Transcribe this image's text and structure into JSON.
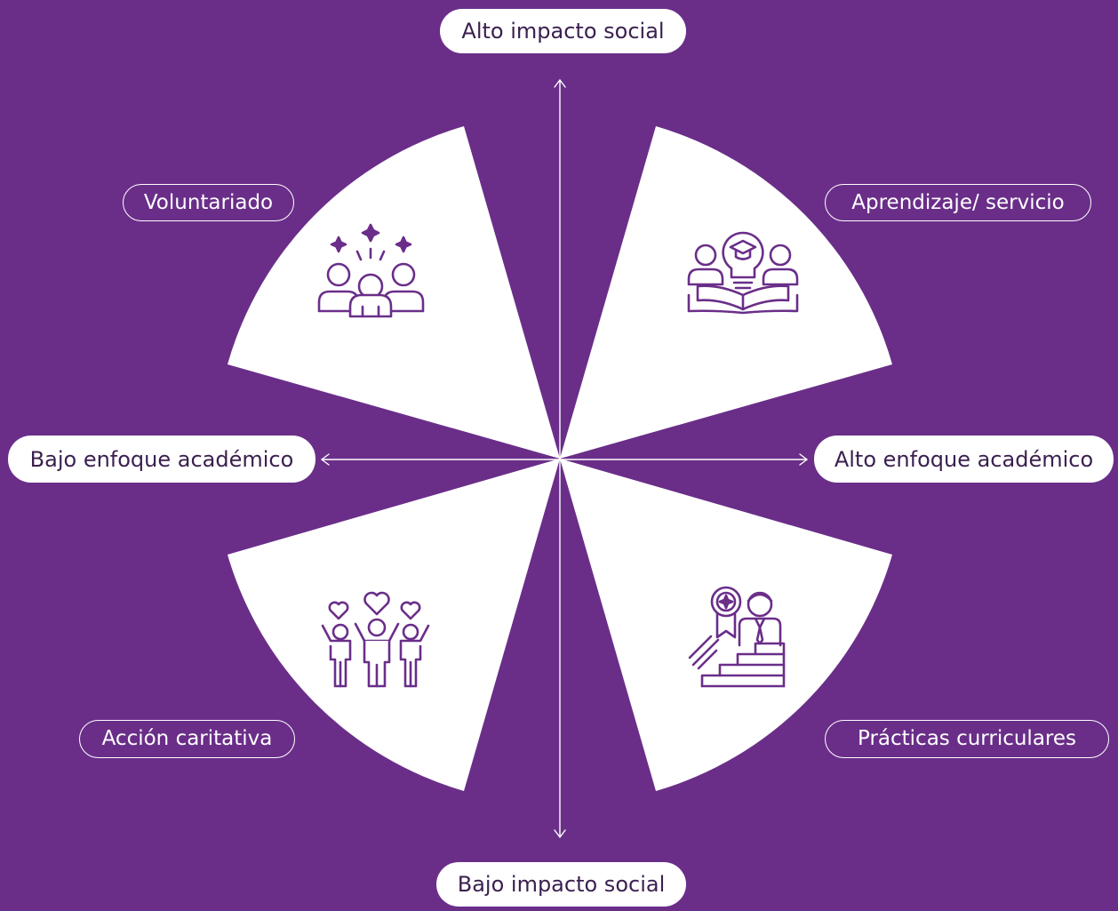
{
  "colors": {
    "background": "#6a2e89",
    "wedge": "#ffffff",
    "icon_stroke": "#6a2e89",
    "axis": "#ffffff"
  },
  "axes": {
    "top": "Alto impacto social",
    "bottom": "Bajo impacto social",
    "left": "Bajo enfoque académico",
    "right": "Alto enfoque académico"
  },
  "quadrants": [
    {
      "position": "top-left",
      "label": "Voluntariado",
      "icon": "volunteers-group-icon"
    },
    {
      "position": "top-right",
      "label": "Aprendizaje/ servicio",
      "icon": "learning-service-icon"
    },
    {
      "position": "bottom-left",
      "label": "Acción caritativa",
      "icon": "charity-hearts-icon"
    },
    {
      "position": "bottom-right",
      "label": "Prácticas curriculares",
      "icon": "career-stairs-icon"
    }
  ]
}
